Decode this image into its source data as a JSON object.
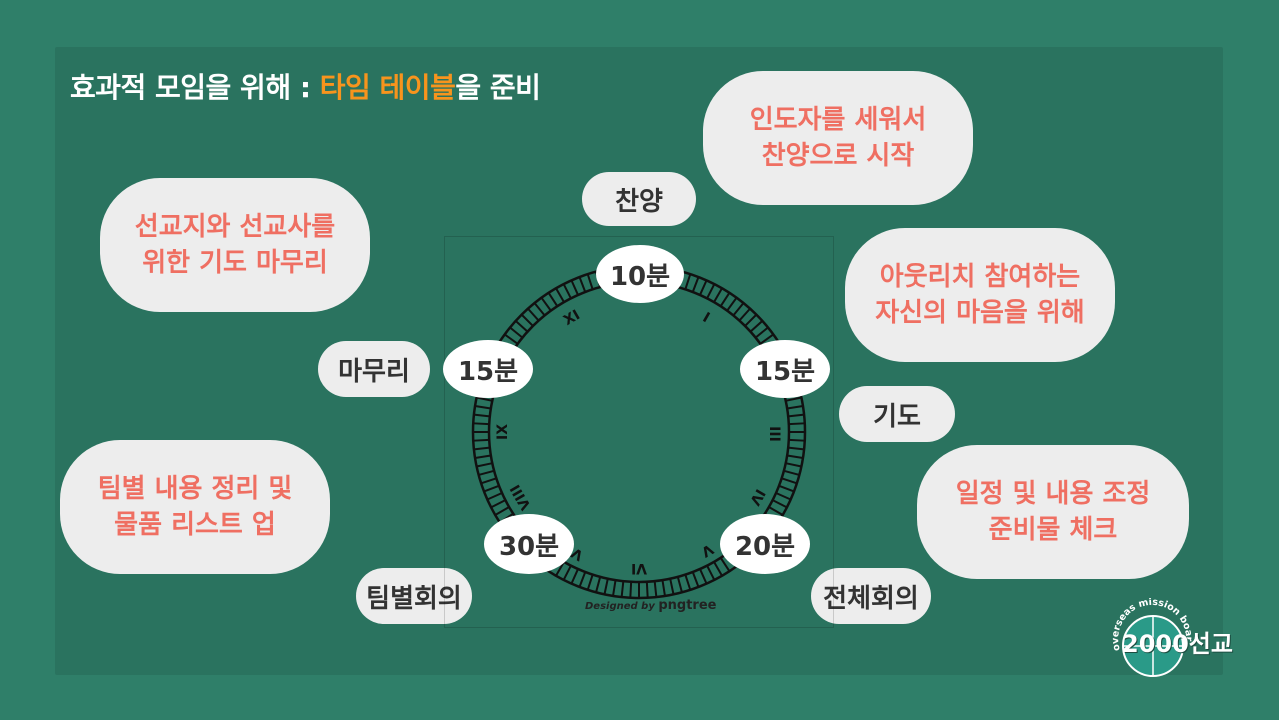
{
  "title": {
    "prefix": "효과적 모임을 위해 : ",
    "accent": "타임 테이블",
    "suffix": "을 준비"
  },
  "bubbles": {
    "leader": "인도자를 세워서\n찬양으로 시작",
    "praise": "찬양",
    "outreach": "아웃리치 참여하는\n자신의 마음을 위해",
    "prayer": "기도",
    "adjust": "일정 및 내용 조정\n준비물 체크",
    "whole_meeting": "전체회의",
    "mission_prayer": "선교지와 선교사를\n위한 기도 마무리",
    "closing": "마무리",
    "team_summary": "팀별 내용 정리 및\n물품 리스트 업",
    "team_meeting": "팀별회의"
  },
  "clock": {
    "ovals": {
      "top": "10분",
      "right": "15분",
      "bottom_right": "20분",
      "bottom_left": "30분",
      "left": "15분"
    },
    "numerals": [
      "XI",
      "I",
      "III",
      "IV",
      "V",
      "VI",
      "VII",
      "VIII",
      "IX"
    ],
    "credit_prefix": "Designed by",
    "credit_brand": "pngtree"
  },
  "logo": {
    "arc_text": "overseas mission board",
    "main": "2000선교"
  },
  "colors": {
    "background": "#2f7f69",
    "accent": "#f7941d",
    "bubble_text": "#ef6f62",
    "bubble_bg": "#ededed"
  }
}
